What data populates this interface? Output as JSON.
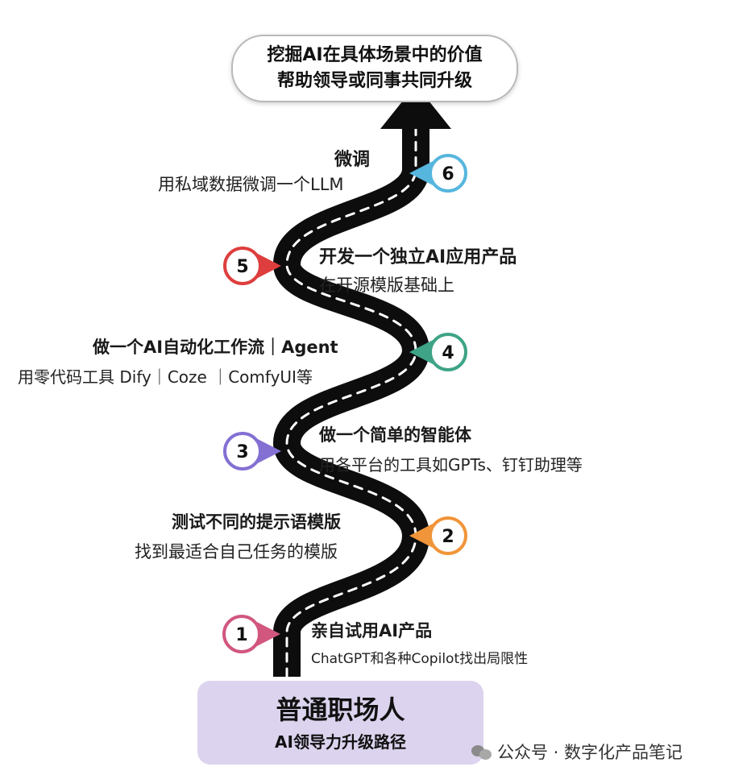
{
  "goal": {
    "line1": "挖掘AI在具体场景中的价值",
    "line2": "帮助领导或同事共同升级"
  },
  "steps": [
    {
      "number": "1",
      "title": "亲自试用AI产品",
      "desc": "ChatGPT和各种Copilot找出局限性",
      "color": "#d1577e"
    },
    {
      "number": "2",
      "title": "测试不同的提示语模版",
      "desc": "找到最适合自己任务的模版",
      "color": "#f0953a"
    },
    {
      "number": "3",
      "title": "做一个简单的智能体",
      "desc": "用各平台的工具如GPTs、钉钉助理等",
      "color": "#8470d3"
    },
    {
      "number": "4",
      "title": "做一个AI自动化工作流｜Agent",
      "desc": "用零代码工具 Dify｜Coze ｜ComfyUI等",
      "color": "#3ea387"
    },
    {
      "number": "5",
      "title": "开发一个独立AI应用产品",
      "desc": "在开源模版基础上",
      "color": "#de3e3e"
    },
    {
      "number": "6",
      "title": "微调",
      "desc": "用私域数据微调一个LLM",
      "color": "#57b6de"
    }
  ],
  "start": {
    "title": "普通职场人",
    "subtitle": "AI领导力升级路径"
  },
  "watermark": {
    "text": "公众号 · 数字化产品笔记"
  },
  "colors": {
    "road": "#0d0d0d",
    "dash": "#ffffff",
    "start_bg": "#dcd3ee"
  }
}
